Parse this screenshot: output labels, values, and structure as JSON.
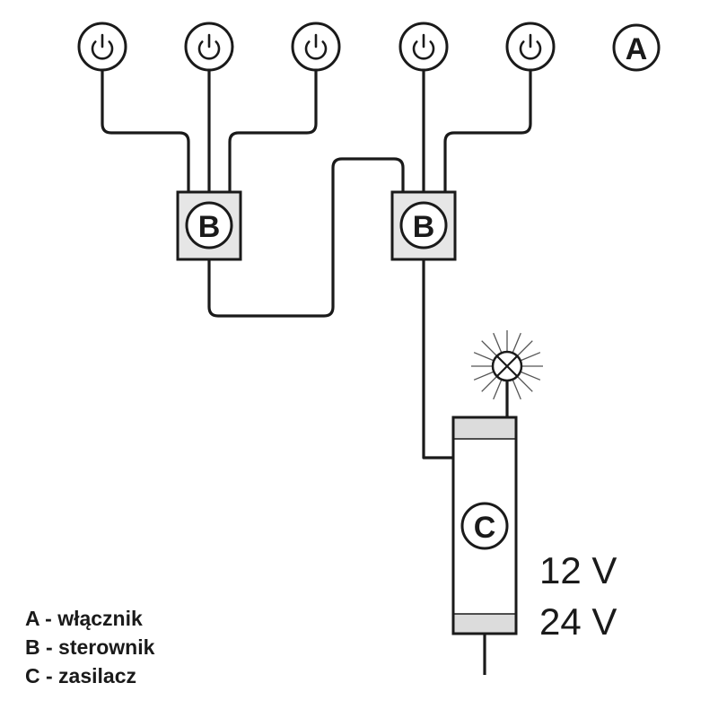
{
  "diagram": {
    "switches": [
      {
        "id": "switch-1",
        "icon": "power-icon"
      },
      {
        "id": "switch-2",
        "icon": "power-icon"
      },
      {
        "id": "switch-3",
        "icon": "power-icon"
      },
      {
        "id": "switch-4",
        "icon": "power-icon"
      },
      {
        "id": "switch-5",
        "icon": "power-icon"
      }
    ],
    "label_a": "A",
    "controllers": [
      {
        "label": "B"
      },
      {
        "label": "B"
      }
    ],
    "power_supply": {
      "label": "C"
    },
    "lamp_icon": "lamp-icon",
    "voltages": [
      "12 V",
      "24 V"
    ],
    "legend": [
      "A - włącznik",
      "B - sterownik",
      "C - zasilacz"
    ]
  }
}
